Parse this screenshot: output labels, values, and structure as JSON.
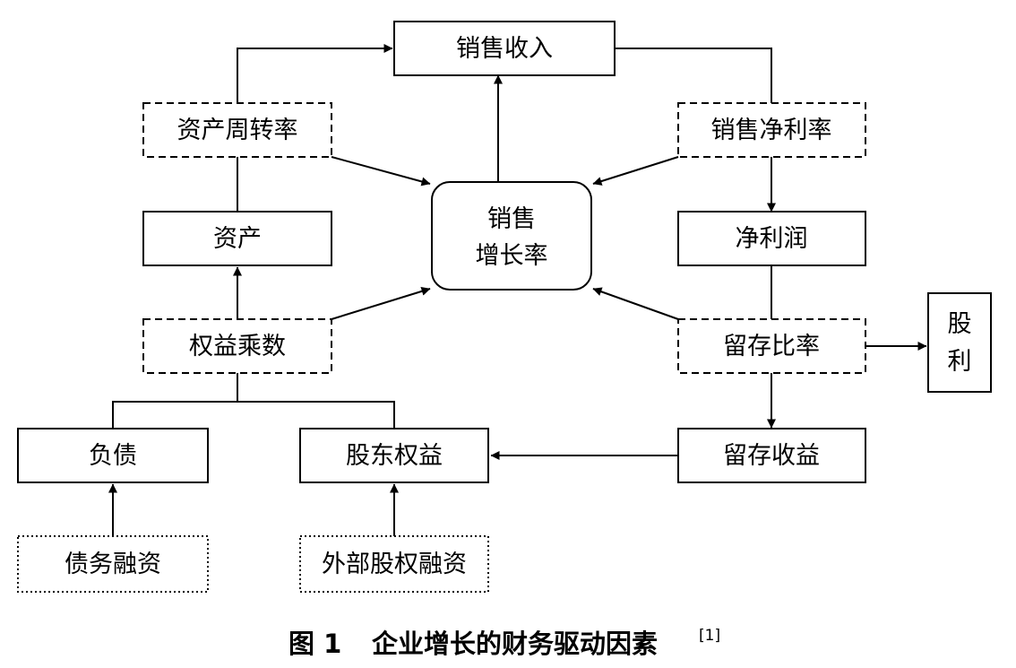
{
  "nodes": {
    "sales_revenue": "销售收入",
    "asset_turnover": "资产周转率",
    "net_margin": "销售净利率",
    "growth_line1": "销售",
    "growth_line2": "增长率",
    "assets": "资产",
    "net_profit": "净利润",
    "equity_multiplier": "权益乘数",
    "retention_ratio": "留存比率",
    "dividend_line1": "股",
    "dividend_line2": "利",
    "liabilities": "负债",
    "shareholder_equity": "股东权益",
    "retained_earnings": "留存收益",
    "debt_financing": "债务融资",
    "external_equity_financing": "外部股权融资"
  },
  "caption": {
    "label": "图 1",
    "title": "企业增长的财务驱动因素",
    "reference": "[1]"
  }
}
